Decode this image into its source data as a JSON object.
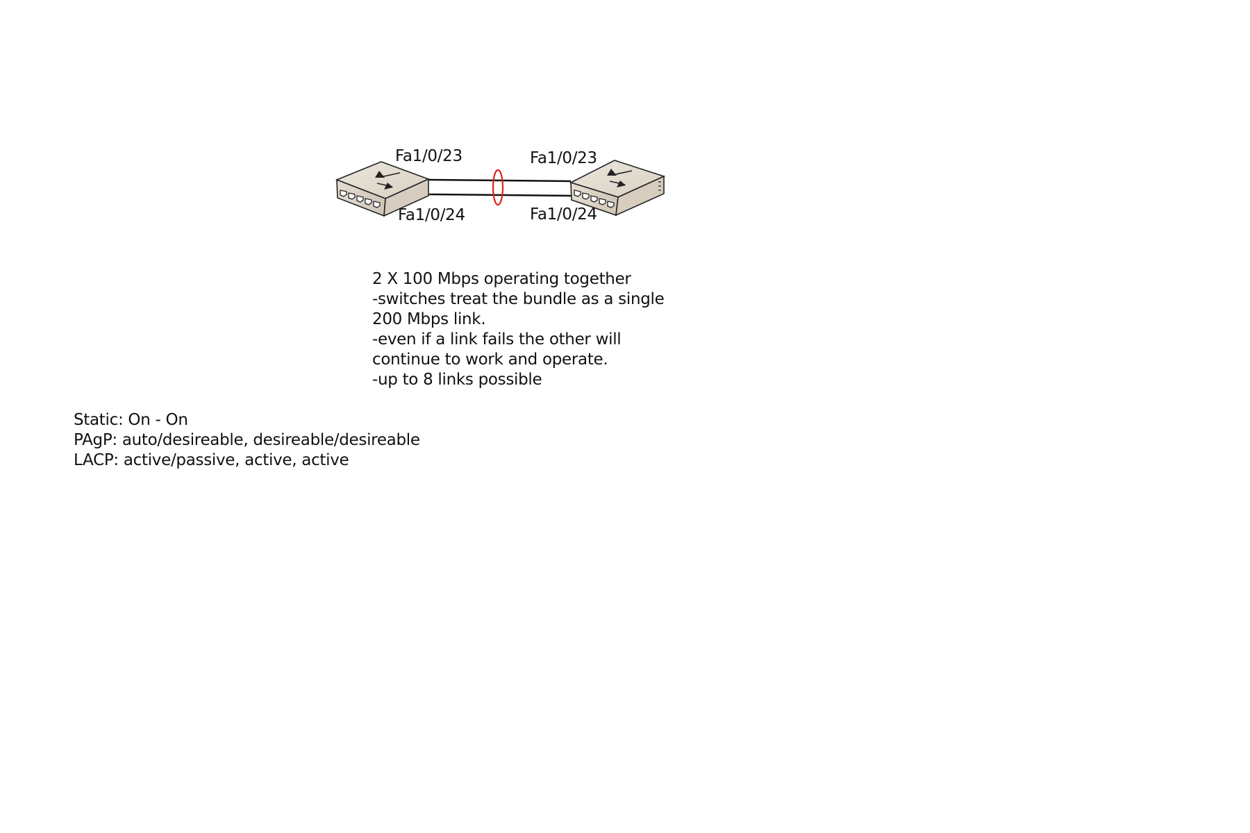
{
  "diagram": {
    "left_switch": {
      "icon": "switch-icon",
      "port_top": "Fa1/0/23",
      "port_bottom": "Fa1/0/24"
    },
    "right_switch": {
      "icon": "switch-icon",
      "port_top": "Fa1/0/23",
      "port_bottom": "Fa1/0/24"
    },
    "bundle_marker_color": "#e0201b",
    "link_color": "#111111"
  },
  "description": {
    "lines": [
      "2 X 100 Mbps operating together",
      "-switches treat the bundle as a single",
      "200 Mbps link.",
      "-even if a link fails the other will",
      "continue to work and operate.",
      "-up to 8 links possible"
    ]
  },
  "modes": {
    "lines": [
      "Static:  On - On",
      "PAgP: auto/desireable, desireable/desireable",
      "LACP: active/passive, active, active"
    ]
  }
}
